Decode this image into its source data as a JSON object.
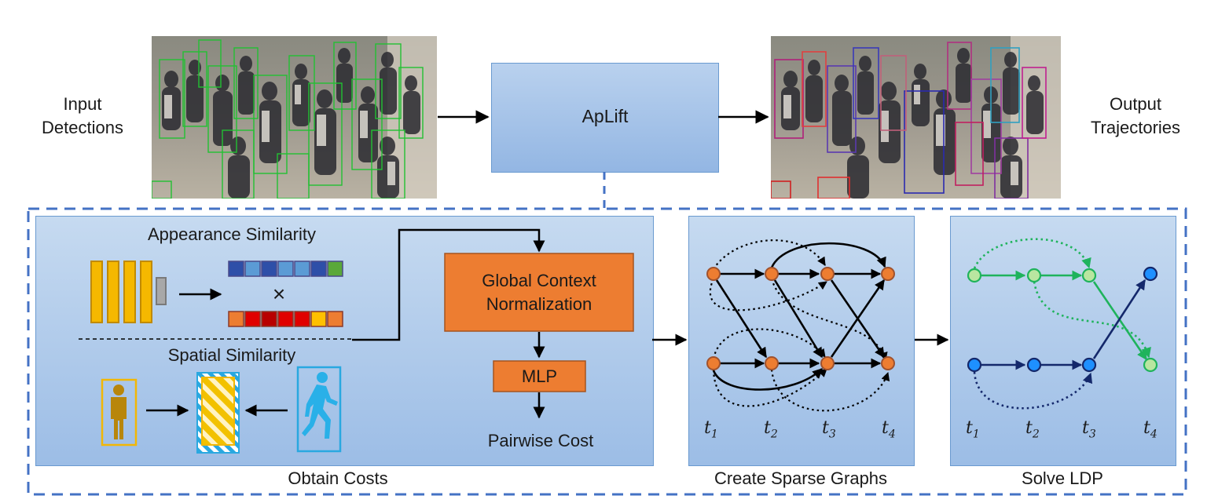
{
  "top": {
    "input_label_line1": "Input",
    "input_label_line2": "Detections",
    "method": "ApLift",
    "output_label_line1": "Output",
    "output_label_line2": "Trajectories"
  },
  "costs": {
    "appearance_label": "Appearance Similarity",
    "times_symbol": "×",
    "spatial_label": "Spatial Similarity",
    "gcn_line1": "Global Context",
    "gcn_line2": "Normalization",
    "mlp_label": "MLP",
    "pairwise_label": "Pairwise Cost",
    "caption": "Obtain Costs"
  },
  "graph": {
    "caption": "Create Sparse Graphs",
    "time_labels": [
      "t1",
      "t2",
      "t3",
      "t4"
    ]
  },
  "ldp": {
    "caption": "Solve LDP",
    "time_labels": [
      "t1",
      "t2",
      "t3",
      "t4"
    ]
  },
  "colors": {
    "accent_blue": "#4472c4",
    "orange": "#ed7d31",
    "gold": "#f2b705",
    "green_track": "#1fb35c",
    "navy_track": "#14286b",
    "light_blue_node": "#1e90ff"
  }
}
